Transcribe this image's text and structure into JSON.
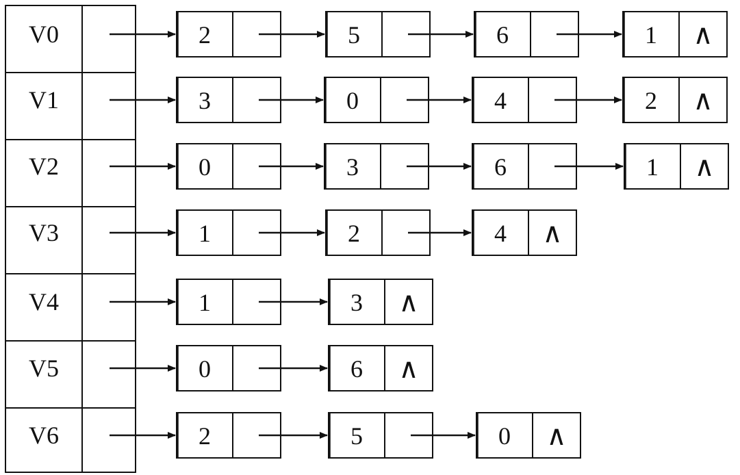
{
  "diagram": {
    "type": "adjacency-list",
    "colors": {
      "line": "#111111",
      "background": "#ffffff"
    },
    "null_symbol": "∧",
    "vertices": [
      {
        "label": "V0",
        "adjacent": [
          "2",
          "5",
          "6",
          "1"
        ]
      },
      {
        "label": "V1",
        "adjacent": [
          "3",
          "0",
          "4",
          "2"
        ]
      },
      {
        "label": "V2",
        "adjacent": [
          "0",
          "3",
          "6",
          "1"
        ]
      },
      {
        "label": "V3",
        "adjacent": [
          "1",
          "2",
          "4"
        ]
      },
      {
        "label": "V4",
        "adjacent": [
          "1",
          "3"
        ]
      },
      {
        "label": "V5",
        "adjacent": [
          "0",
          "6"
        ]
      },
      {
        "label": "V6",
        "adjacent": [
          "2",
          "5",
          "0"
        ]
      }
    ]
  }
}
